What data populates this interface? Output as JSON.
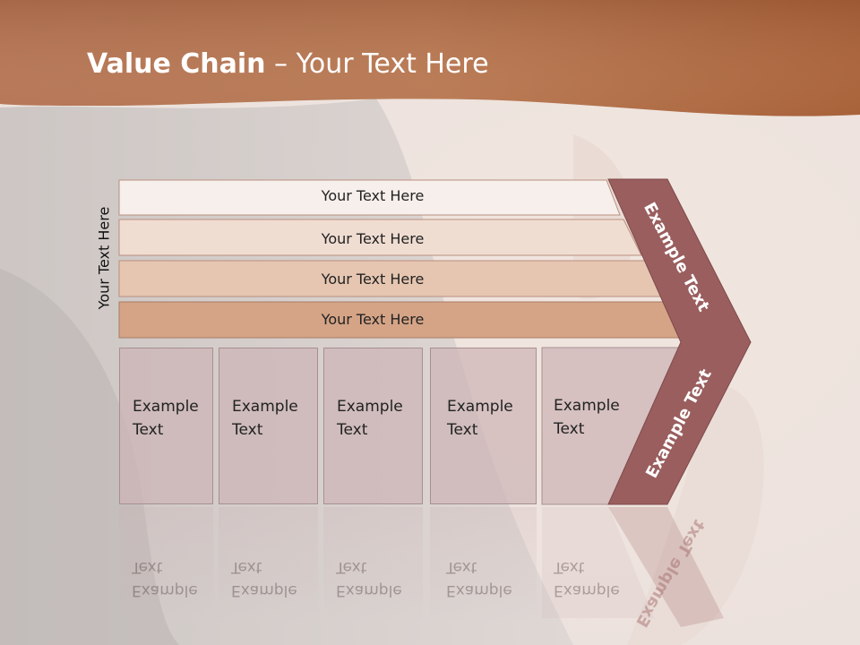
{
  "title": {
    "bold": "Value Chain",
    "rest": " – Your Text Here"
  },
  "side_label": "Your Text Here",
  "bars": [
    {
      "label": "Your Text Here"
    },
    {
      "label": "Your Text Here"
    },
    {
      "label": "Your Text Here"
    },
    {
      "label": "Your Text Here"
    }
  ],
  "columns": [
    {
      "line1": "Example",
      "line2": "Text"
    },
    {
      "line1": "Example",
      "line2": "Text"
    },
    {
      "line1": "Example",
      "line2": "Text"
    },
    {
      "line1": "Example",
      "line2": "Text"
    },
    {
      "line1": "Example",
      "line2": "Text"
    }
  ],
  "arrow": {
    "upper": "Example Text",
    "lower": "Example Text"
  },
  "colors": {
    "header": "#b9764f",
    "bar1": "#f7efec",
    "bar2": "#f0ddd2",
    "bar3": "#e6c6b1",
    "bar4": "#d5a486",
    "arrow": "#9a5e5e"
  }
}
